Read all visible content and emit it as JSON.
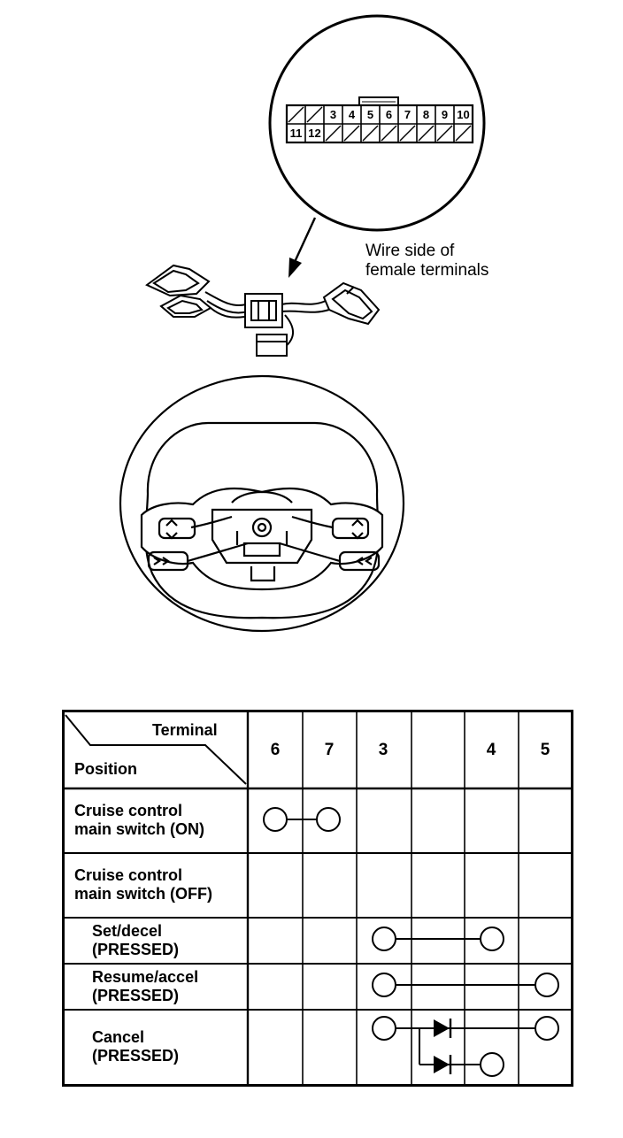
{
  "connector": {
    "top_row": [
      "",
      "",
      "3",
      "4",
      "5",
      "6",
      "7",
      "8",
      "9",
      "10"
    ],
    "bottom_row": [
      "11",
      "12",
      "",
      "",
      "",
      "",
      "",
      "",
      "",
      ""
    ]
  },
  "caption": {
    "line1": "Wire side of",
    "line2": "female terminals"
  },
  "table": {
    "header_terminal": "Terminal",
    "header_position": "Position",
    "terminals": [
      "6",
      "7",
      "3",
      "",
      "4",
      "5"
    ],
    "rows": [
      {
        "line1": "Cruise control",
        "line2": "main switch (ON)"
      },
      {
        "line1": "Cruise control",
        "line2": "main switch (OFF)"
      },
      {
        "line1": "Set/decel",
        "line2": "(PRESSED)"
      },
      {
        "line1": "Resume/accel",
        "line2": "(PRESSED)"
      },
      {
        "line1": "Cancel",
        "line2": "(PRESSED)"
      }
    ]
  }
}
